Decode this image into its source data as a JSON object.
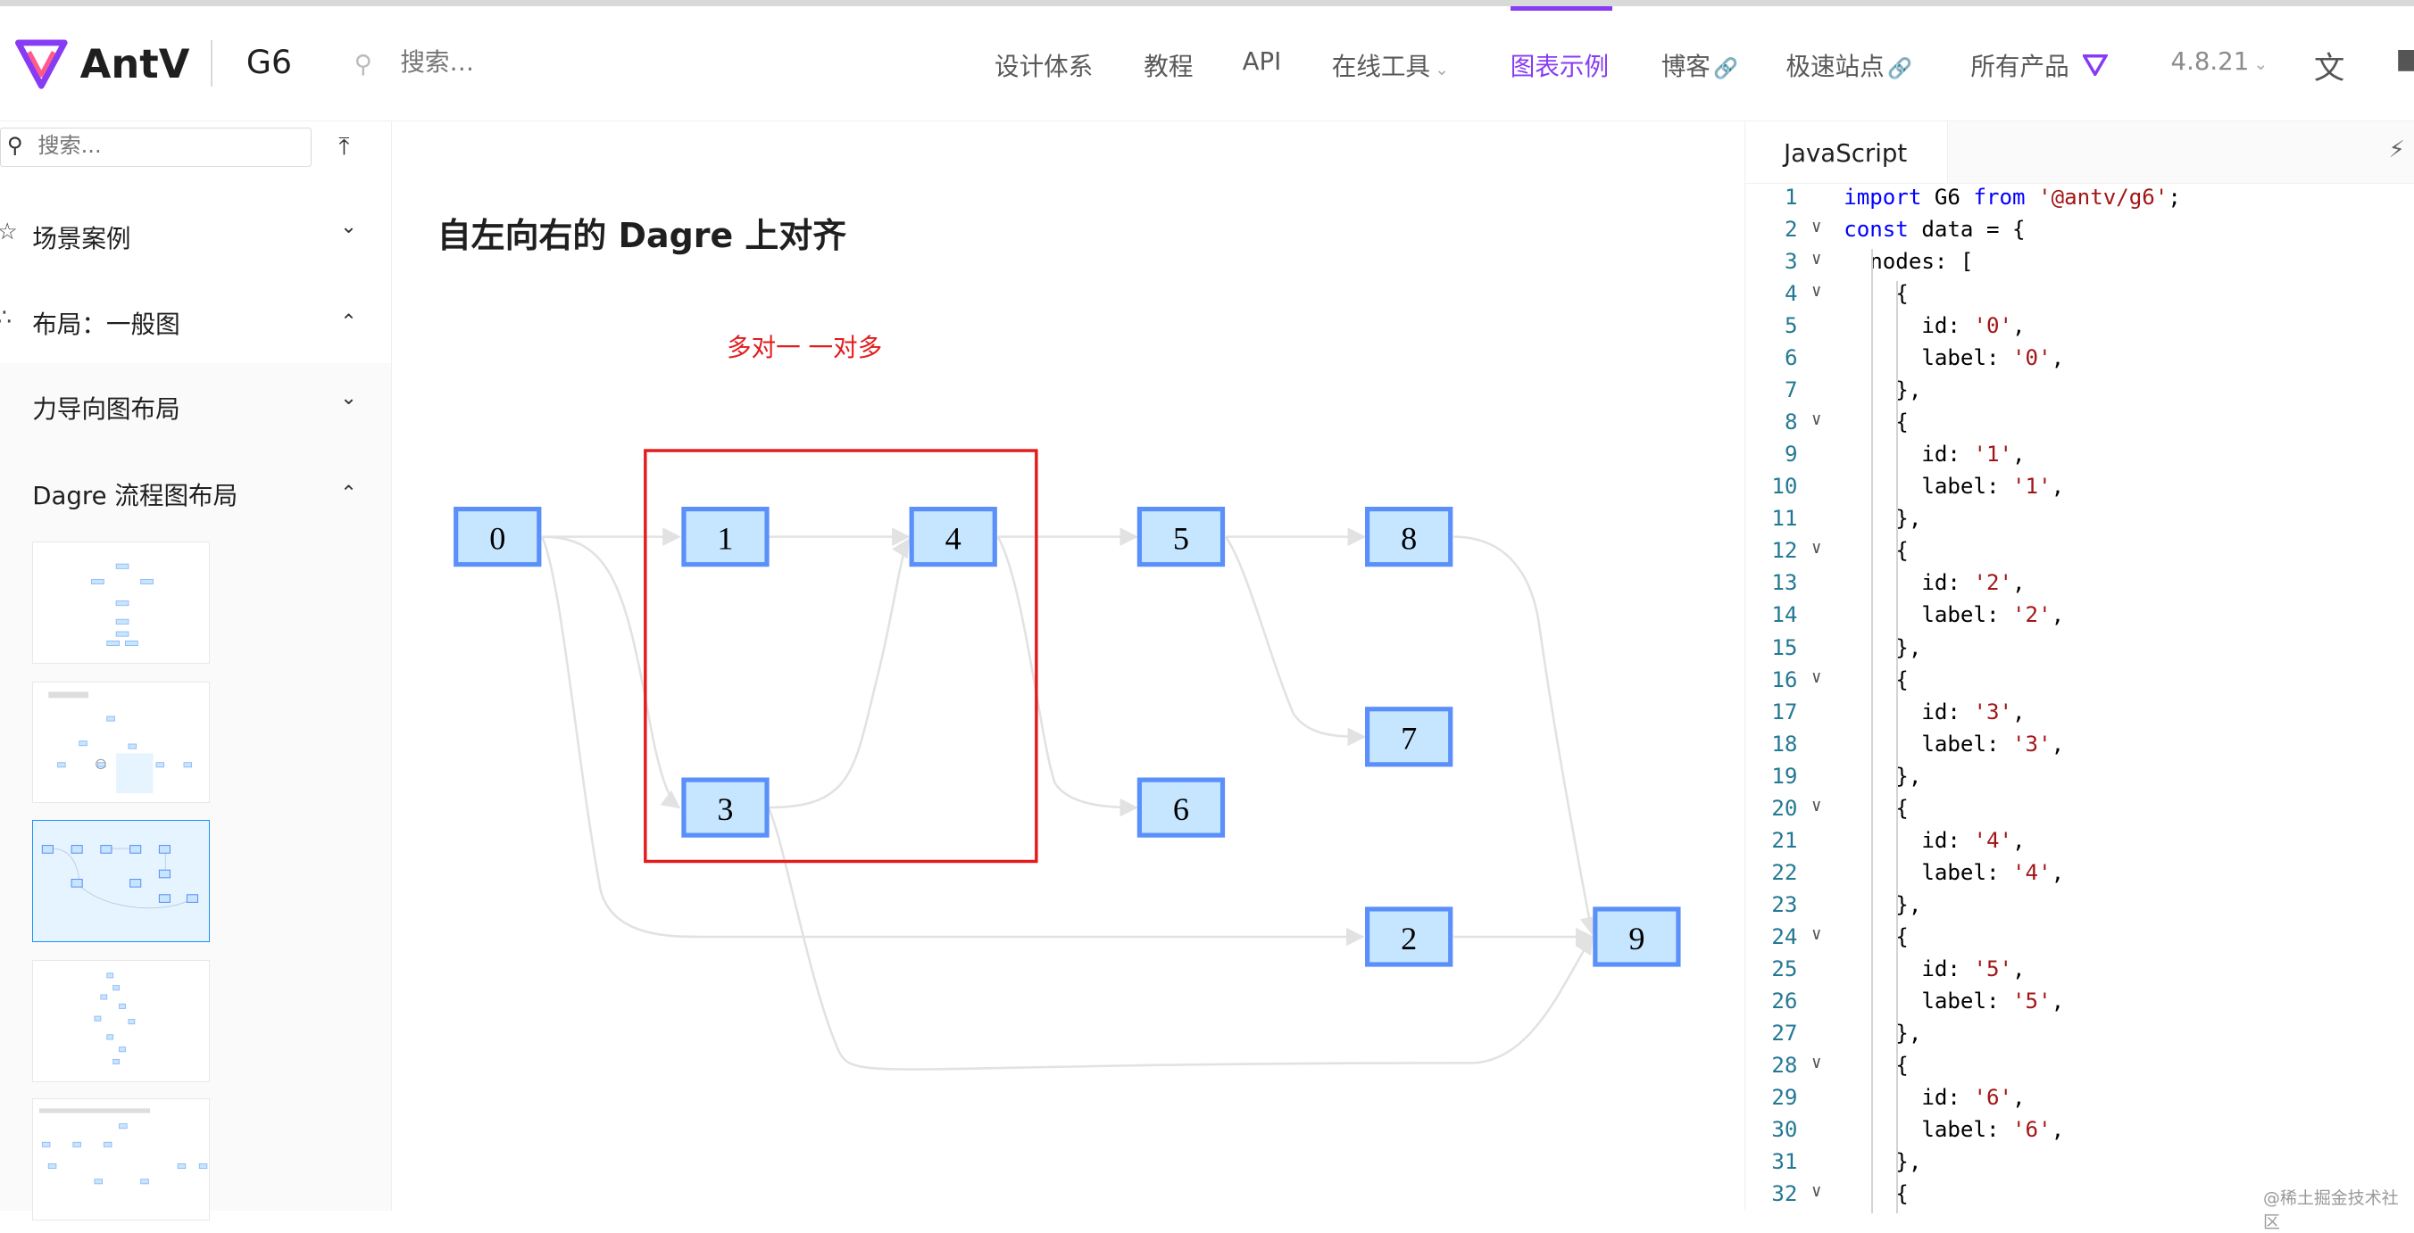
{
  "header": {
    "brand": "AntV",
    "product": "G6",
    "search_placeholder": "搜索…",
    "nav": [
      {
        "label": "设计体系"
      },
      {
        "label": "教程"
      },
      {
        "label": "API"
      },
      {
        "label": "在线工具"
      },
      {
        "label": "图表示例"
      },
      {
        "label": "博客"
      },
      {
        "label": "极速站点"
      },
      {
        "label": "所有产品"
      },
      {
        "label": "4.8.21"
      }
    ],
    "brand_color": "#873bf4"
  },
  "sidebar": {
    "search_placeholder": "搜索...",
    "menu": [
      {
        "label": "场景案例"
      },
      {
        "label": "布局：一般图"
      },
      {
        "label": "力导向图布局"
      },
      {
        "label": "Dagre 流程图布局"
      }
    ]
  },
  "main": {
    "title": "自左向右的 Dagre 上对齐",
    "annotation": "多对一 一对多",
    "nodes": [
      {
        "id": "0",
        "label": "0"
      },
      {
        "id": "1",
        "label": "1"
      },
      {
        "id": "4",
        "label": "4"
      },
      {
        "id": "5",
        "label": "5"
      },
      {
        "id": "8",
        "label": "8"
      },
      {
        "id": "7",
        "label": "7"
      },
      {
        "id": "3",
        "label": "3"
      },
      {
        "id": "6",
        "label": "6"
      },
      {
        "id": "2",
        "label": "2"
      },
      {
        "id": "9",
        "label": "9"
      }
    ],
    "node_fill": "#c6e5ff",
    "node_stroke": "#5b8ff9",
    "highlight_stroke": "#e41a1c"
  },
  "editor": {
    "tab": "JavaScript",
    "lines": [
      {
        "n": "1",
        "text": "import G6 from '@antv/g6';"
      },
      {
        "n": "2",
        "text": "const data = {"
      },
      {
        "n": "3",
        "text": "  nodes: ["
      },
      {
        "n": "4",
        "text": "    {"
      },
      {
        "n": "5",
        "text": "      id: '0',"
      },
      {
        "n": "6",
        "text": "      label: '0',"
      },
      {
        "n": "7",
        "text": "    },"
      },
      {
        "n": "8",
        "text": "    {"
      },
      {
        "n": "9",
        "text": "      id: '1',"
      },
      {
        "n": "10",
        "text": "      label: '1',"
      },
      {
        "n": "11",
        "text": "    },"
      },
      {
        "n": "12",
        "text": "    {"
      },
      {
        "n": "13",
        "text": "      id: '2',"
      },
      {
        "n": "14",
        "text": "      label: '2',"
      },
      {
        "n": "15",
        "text": "    },"
      },
      {
        "n": "16",
        "text": "    {"
      },
      {
        "n": "17",
        "text": "      id: '3',"
      },
      {
        "n": "18",
        "text": "      label: '3',"
      },
      {
        "n": "19",
        "text": "    },"
      },
      {
        "n": "20",
        "text": "    {"
      },
      {
        "n": "21",
        "text": "      id: '4',"
      },
      {
        "n": "22",
        "text": "      label: '4',"
      },
      {
        "n": "23",
        "text": "    },"
      },
      {
        "n": "24",
        "text": "    {"
      },
      {
        "n": "25",
        "text": "      id: '5',"
      },
      {
        "n": "26",
        "text": "      label: '5',"
      },
      {
        "n": "27",
        "text": "    },"
      },
      {
        "n": "28",
        "text": "    {"
      },
      {
        "n": "29",
        "text": "      id: '6',"
      },
      {
        "n": "30",
        "text": "      label: '6',"
      },
      {
        "n": "31",
        "text": "    },"
      },
      {
        "n": "32",
        "text": "    {"
      }
    ]
  },
  "watermark": "@稀土掘金技术社区"
}
